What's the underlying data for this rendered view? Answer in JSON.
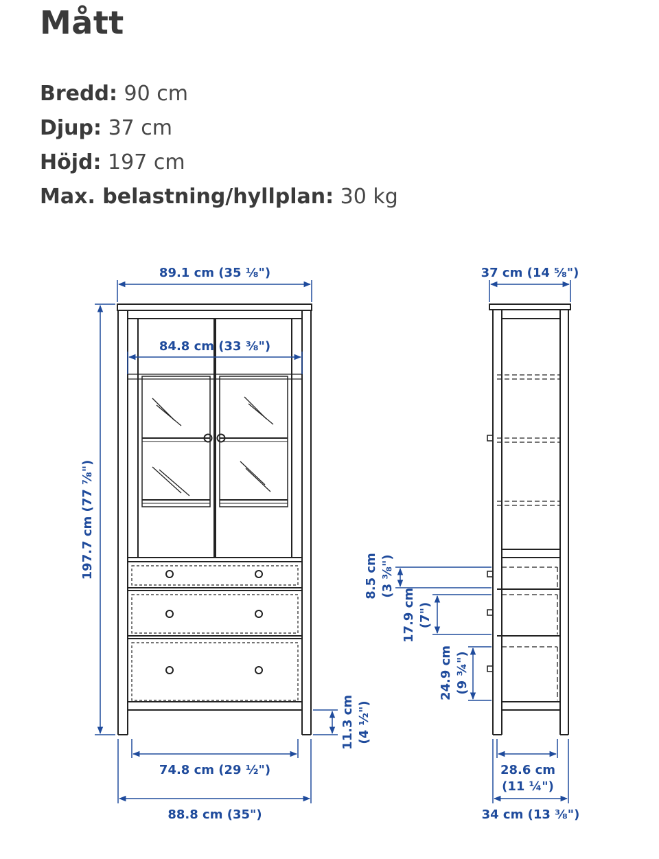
{
  "heading": "Mått",
  "specs": [
    {
      "label": "Bredd:",
      "value": "90 cm"
    },
    {
      "label": "Djup:",
      "value": "37 cm"
    },
    {
      "label": "Höjd:",
      "value": "197 cm"
    },
    {
      "label": "Max. belastning/hyllplan:",
      "value": "30 kg"
    }
  ],
  "diagram": {
    "front": {
      "total_top_width": "89.1 cm (35 ⅛\")",
      "inner_width": "84.8 cm (33 ⅜\")",
      "height": "197.7 cm (77 ⅞\")",
      "leg_height_cm": "11.3 cm",
      "leg_height_in": "(4 ½\")",
      "inner_bottom_width": "74.8 cm (29 ½\")",
      "bottom_width": "88.8 cm (35\")"
    },
    "side": {
      "top_depth": "37 cm (14 ⅝\")",
      "drawer1_cm": "8.5 cm",
      "drawer1_in": "(3 ⅜\")",
      "drawer2_cm": "17.9 cm",
      "drawer2_in": "(7\")",
      "drawer3_cm": "24.9 cm",
      "drawer3_in": "(9 ¾\")",
      "inner_depth_cm": "28.6 cm",
      "inner_depth_in": "(11 ¼\")",
      "bottom_depth": "34 cm (13 ⅜\")"
    },
    "colors": {
      "dimension": "#1f4b9c",
      "drawing": "#222222",
      "text": "#3a3a3a"
    }
  }
}
